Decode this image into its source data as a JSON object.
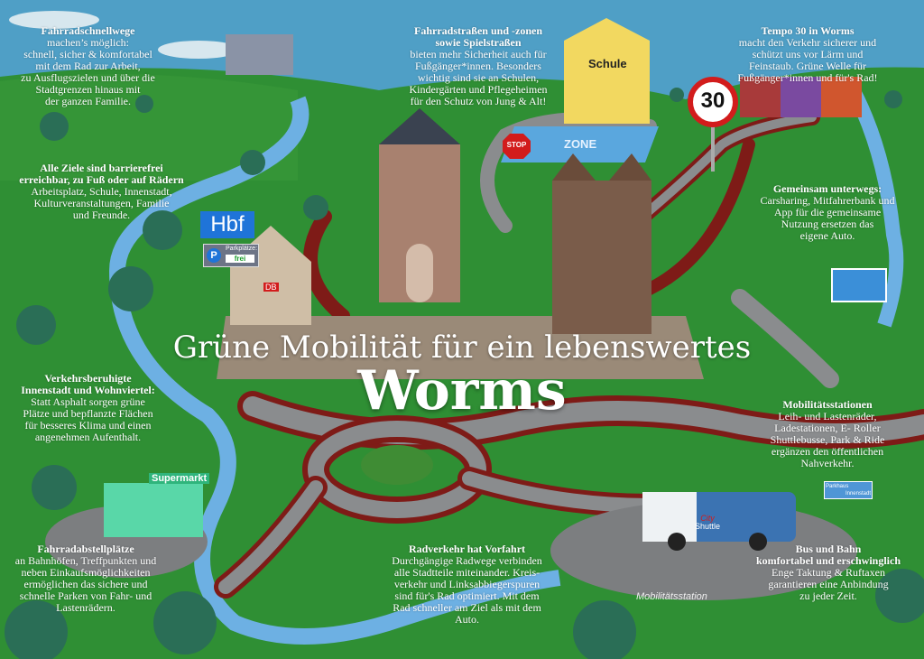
{
  "title": {
    "line1": "Grüne Mobilität für ein lebenswertes",
    "line2": "Worms"
  },
  "blocks": {
    "fahrradschnellwege": {
      "title": "Fahrradschnellwege",
      "body": "machen’s möglich:\nschnell, sicher & komfortabel\nmit dem Rad zur Arbeit,\nzu Ausflugszielen und über die\nStadtgrenzen hinaus mit\nder ganzen Familie."
    },
    "fahrradstrassen": {
      "title": "Fahrradstraßen und -zonen\nsowie Spielstraßen",
      "body": "bieten mehr Sicherheit auch für\nFußgänger*innen. Besonders\nwichtig sind sie an Schulen,\nKindergärten und Pflegeheimen\nfür den Schutz von Jung & Alt!"
    },
    "tempo30": {
      "title": "Tempo 30 in Worms",
      "body": "macht den Verkehr sicherer und\nschützt uns vor Lärm und\nFeinstaub. Grüne Welle für\nFußgänger*innen und für's Rad!"
    },
    "barrierefrei": {
      "title": "Alle Ziele sind barrierefrei\nerreichbar, zu Fuß oder auf Rädern",
      "body": "Arbeitsplatz, Schule, Innenstadt,\nKulturveranstaltungen, Familie\nund Freunde."
    },
    "gemeinsam": {
      "title": "Gemeinsam unterwegs:",
      "body": "Carsharing, Mitfahrerbank und\nApp für die gemeinsame\nNutzung ersetzen das\neigene Auto."
    },
    "verkehrsberuhigt": {
      "title": "Verkehrsberuhigte\nInnenstadt und Wohnviertel:",
      "body": "Statt Asphalt sorgen grüne\nPlätze und bepflanzte Flächen\nfür besseres Klima und einen\nangenehmen Aufenthalt."
    },
    "mobilitaetsstationen": {
      "title": "Mobilitätsstationen",
      "body": "Leih- und Lastenräder,\nLadestationen, E- Roller\nShuttlebusse, Park & Ride\nergänzen den öffentlichen\nNahverkehr."
    },
    "abstellplaetze": {
      "title": "Fahrradabstellplätze",
      "body": "an Bahnhöfen, Treffpunkten und\nneben Einkaufsmöglichkeiten\nermöglichen das sichere und\nschnelle Parken von Fahr- und\nLastenrädern."
    },
    "radverkehr": {
      "title": "Radverkehr hat Vorfahrt",
      "body": "Durchgängige Radwege verbinden\nalle Stadtteile miteinander. Kreis-\nverkehr und Linksabbiegerspuren\nsind für's Rad optimiert. Mit dem\nRad schneller am Ziel als mit dem\nAuto."
    },
    "busbahn": {
      "title": "Bus und Bahn\nkomfortabel und erschwinglich",
      "body": "Enge Taktung & Ruftaxen\ngarantieren eine Anbindung\nzu jeder Zeit."
    }
  },
  "signs": {
    "hbf": "Hbf",
    "parking_label": "Parkplätze:",
    "parking_status": "frei",
    "parking_p": "P",
    "school": "Schule",
    "zone": "ZONE",
    "stop": "STOP",
    "speed": "30",
    "supermarket": "Supermarkt",
    "station": "Mobilitätsstation",
    "db": "DB",
    "shuttle_top": "City",
    "shuttle_bottom": "Shuttle",
    "parkhaus": "Parkhaus",
    "innenstadt": "Innenstadt"
  },
  "colors": {
    "sky": "#4f9fc6",
    "grass": "#2f8f34",
    "road": "#8a8c8e",
    "bikelane": "#7e1b17",
    "bikepath": "#6db0e3"
  }
}
